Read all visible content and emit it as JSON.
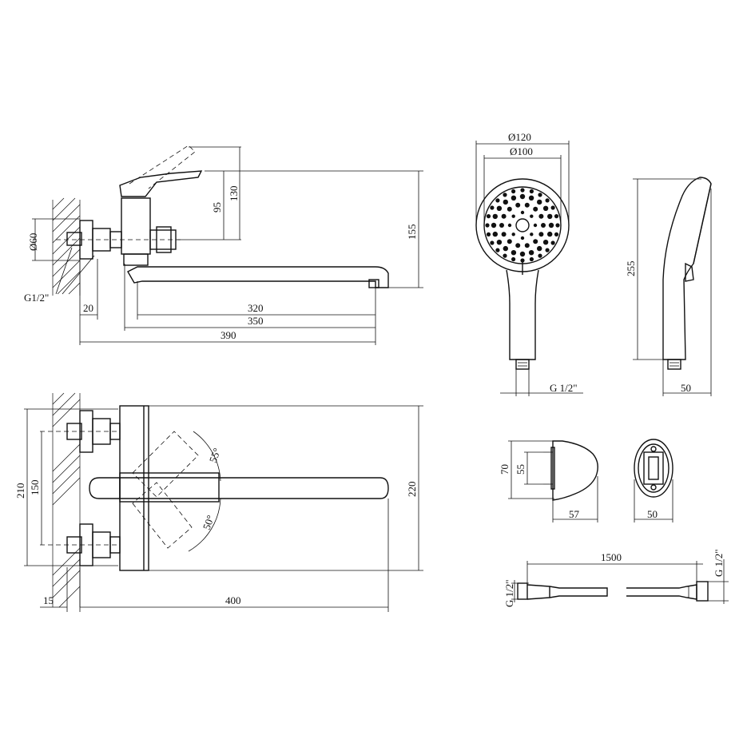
{
  "dimensions": {
    "side_view": {
      "dia_60": "Ø60",
      "thread": "G1/2\"",
      "h_95": "95",
      "h_130": "130",
      "h_155": "155",
      "w_20": "20",
      "w_320": "320",
      "w_350": "350",
      "w_390": "390"
    },
    "top_view": {
      "h_210": "210",
      "h_150": "150",
      "h_220": "220",
      "w_15": "15",
      "w_400": "400",
      "angle_55": "55°",
      "angle_50": "50°"
    },
    "shower_head": {
      "dia_120": "Ø120",
      "dia_100": "Ø100",
      "thread": "G 1/2\"",
      "h_255": "255",
      "w_50": "50"
    },
    "holder": {
      "h_70": "70",
      "h_55": "55",
      "w_57": "57",
      "w_50": "50"
    },
    "hose": {
      "length_1500": "1500",
      "thread_left": "G 1/2\"",
      "thread_right": "G 1/2\""
    }
  }
}
